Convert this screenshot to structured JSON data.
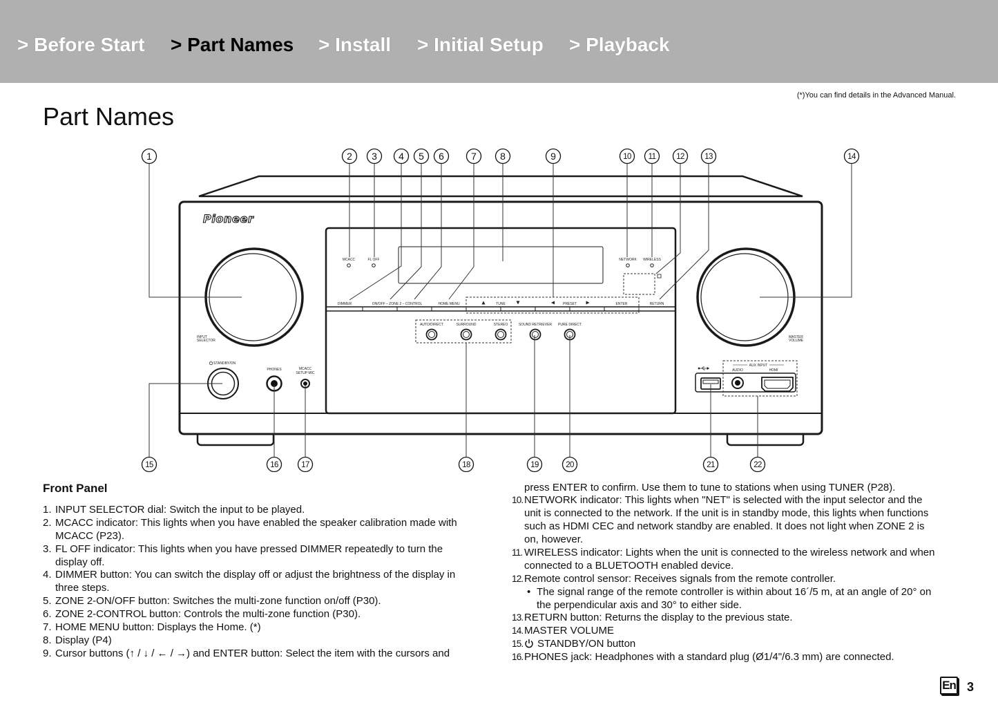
{
  "nav": {
    "items": [
      {
        "label": "> Before Start"
      },
      {
        "label": "> Part Names",
        "active": true
      },
      {
        "label": "> Install"
      },
      {
        "label": "> Initial Setup"
      },
      {
        "label": "> Playback"
      }
    ]
  },
  "note": "(*)You can find details in the Advanced Manual.",
  "page_title": "Part Names",
  "diagram": {
    "brand": "Pioneer",
    "callouts": [
      "1",
      "2",
      "3",
      "4",
      "5",
      "6",
      "7",
      "8",
      "9",
      "10",
      "11",
      "12",
      "13",
      "14",
      "15",
      "16",
      "17",
      "18",
      "19",
      "20",
      "21",
      "22"
    ],
    "labels": {
      "mcacc": "MCACC",
      "fl_off": "FL OFF",
      "network": "NETWORK",
      "wireless": "WIRELESS",
      "dimmer": "DIMMER",
      "zone2": "ON/OFF – ZONE 2 – CONTROL",
      "home_menu": "HOME MENU",
      "tune": "TUNE",
      "preset": "PRESET",
      "enter": "ENTER",
      "return": "RETURN",
      "auto_direct": "AUTO/DIRECT",
      "surround": "SURROUND",
      "stereo": "STEREO",
      "sound_retriever": "SOUND RETRIEVER",
      "pure_direct": "PURE DIRECT",
      "input_selector_1": "INPUT",
      "input_selector_2": "SELECTOR",
      "master_volume_1": "MASTER",
      "master_volume_2": "VOLUME",
      "standby_on": "STANDBY/ON",
      "phones": "PHONES",
      "mcacc_setup_mic_1": "MCACC",
      "mcacc_setup_mic_2": "SETUP MIC",
      "aux_input": "AUX INPUT",
      "audio": "AUDIO",
      "hdmi": "HDMI"
    },
    "icons": [
      "power-icon",
      "usb-icon",
      "arrow-up-icon",
      "arrow-down-icon",
      "arrow-left-icon",
      "arrow-right-icon",
      "remote-sensor-icon"
    ]
  },
  "front_panel": {
    "heading": "Front Panel",
    "left": [
      {
        "num": "1.",
        "lines": [
          "INPUT SELECTOR dial: Switch the input to be played."
        ]
      },
      {
        "num": "2.",
        "lines": [
          "MCACC indicator: This lights when you have enabled the speaker calibration made with",
          "MCACC (P23)."
        ]
      },
      {
        "num": "3.",
        "lines": [
          "FL OFF indicator: This lights when you have pressed DIMMER repeatedly to turn the",
          "display off."
        ]
      },
      {
        "num": "4.",
        "lines": [
          "DIMMER button: You can switch the display off or adjust the brightness of the display in",
          "three steps."
        ]
      },
      {
        "num": "5.",
        "lines": [
          "ZONE 2-ON/OFF button: Switches the multi-zone function on/off (P30)."
        ]
      },
      {
        "num": "6.",
        "lines": [
          "ZONE 2-CONTROL button: Controls the multi-zone function (P30)."
        ]
      },
      {
        "num": "7.",
        "lines": [
          "HOME MENU button: Displays the Home. (*)"
        ]
      },
      {
        "num": "8.",
        "lines": [
          "Display (P4)"
        ]
      },
      {
        "num": "9.",
        "lines": [
          "Cursor buttons (↑ / ↓ / ← / →) and ENTER button: Select the item with the cursors and"
        ]
      }
    ],
    "right_cont": "press ENTER to confirm. Use them to tune to stations when using TUNER (P28).",
    "right": [
      {
        "num": "10.",
        "lines": [
          "NETWORK indicator: This lights when \"NET\" is selected with the input selector and the",
          "unit is connected to the network. If the unit is in standby mode, this lights when functions",
          "such as HDMI CEC and network standby are enabled. It does not light when ZONE 2 is",
          "on, however."
        ]
      },
      {
        "num": "11.",
        "lines": [
          "WIRELESS indicator: Lights when the unit is connected to the wireless network and when",
          "connected to a BLUETOOTH enabled device."
        ]
      },
      {
        "num": "12.",
        "lines": [
          "Remote control sensor: Receives signals from the remote controller."
        ],
        "bullet": "•",
        "bullet_lines": [
          "The signal range of the remote controller is within about 16´/5 m, at an angle of 20° on",
          "the perpendicular axis and 30° to either side."
        ]
      },
      {
        "num": "13.",
        "lines": [
          "RETURN button: Returns the display to the previous state."
        ]
      },
      {
        "num": "14.",
        "lines": [
          "MASTER VOLUME"
        ]
      },
      {
        "num": "15.",
        "icon": "power-icon",
        "lines": [
          "STANDBY/ON button"
        ]
      },
      {
        "num": "16.",
        "lines": [
          "PHONES jack: Headphones with a standard plug (Ø1/4\"/6.3 mm) are connected."
        ]
      }
    ]
  },
  "footer": {
    "lang": "En",
    "page": "3"
  },
  "colors": {
    "header_bg": "#b0b0b0",
    "nav_text": "#ffffff",
    "nav_active": "#000000"
  }
}
